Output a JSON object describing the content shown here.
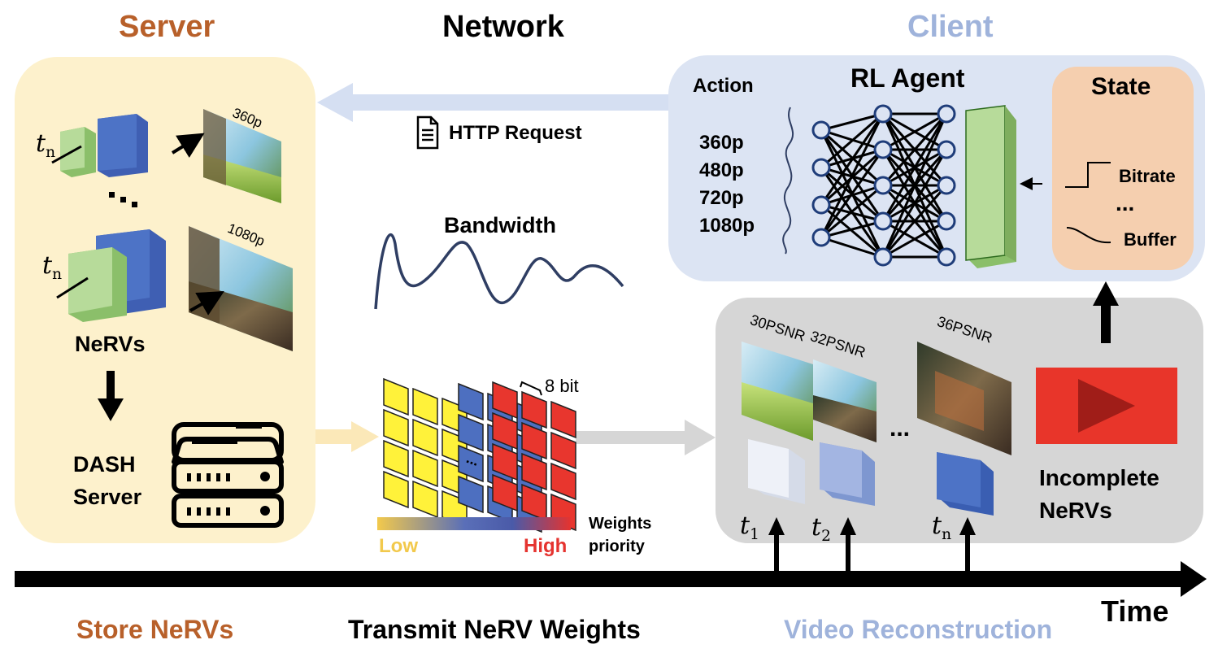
{
  "sections": {
    "server": "Server",
    "network": "Network",
    "client": "Client"
  },
  "server_panel": {
    "frame_labels": [
      "360p",
      "1080p"
    ],
    "t_label_base": "t",
    "t_label_sub": "n",
    "dots": "...",
    "nervs_label": "NeRVs",
    "dash_line1": "DASH",
    "dash_line2": "Server"
  },
  "network_panel": {
    "http_request": "HTTP Request",
    "bandwidth": "Bandwidth",
    "bit_label": "8 bit",
    "legend_low": "Low",
    "legend_high": "High",
    "legend_caption_line1": "Weights",
    "legend_caption_line2": "priority",
    "dots": "..."
  },
  "agent_panel": {
    "title": "RL Agent",
    "action_label": "Action",
    "actions": [
      "360p",
      "480p",
      "720p",
      "1080p"
    ],
    "state_title": "State",
    "state_bitrate": "Bitrate",
    "state_dots": "...",
    "state_buffer": "Buffer"
  },
  "reconstruction_panel": {
    "psnr_labels": [
      "30PSNR",
      "32PSNR",
      "36PSNR"
    ],
    "dots": "...",
    "incomplete_line1": "Incomplete",
    "incomplete_line2": "NeRVs",
    "time_labels": [
      {
        "base": "t",
        "sub": "1"
      },
      {
        "base": "t",
        "sub": "2"
      },
      {
        "base": "t",
        "sub": "n"
      }
    ]
  },
  "timeline": {
    "time_label": "Time"
  },
  "footer": {
    "store": "Store NeRVs",
    "transmit": "Transmit NeRV Weights",
    "reconstruct": "Video Reconstruction"
  },
  "colors": {
    "server_accent": "#b8602a",
    "client_accent": "#9fb3db",
    "server_bg": "#fdf1cc",
    "agent_bg": "#dce4f3",
    "state_bg": "#f5cfaf",
    "recon_bg": "#d6d6d6",
    "legend_low": "#f4c542",
    "legend_high": "#e53935",
    "weight_yellow": "#fff23a",
    "weight_blue": "#4d6fc0",
    "weight_red": "#e8362e",
    "cube_green": "#b7db9a",
    "cube_blue": "#4d73c6",
    "play_red": "#e8352a"
  }
}
